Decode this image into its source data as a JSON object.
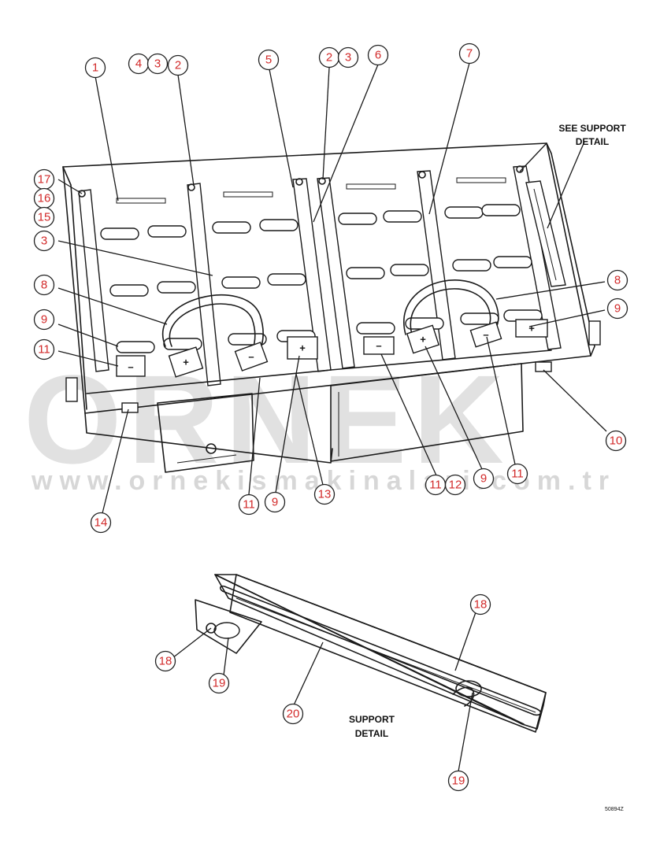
{
  "labels": {
    "see_support_line1": "SEE SUPPORT",
    "see_support_line2": "DETAIL",
    "support_detail_line1": "SUPPORT",
    "support_detail_line2": "DETAIL",
    "drawing_number": "50894Z",
    "plus": "+",
    "minus": "–"
  },
  "watermark": {
    "brand": "ORNEK",
    "url": "www.ornekismakinalari.com.tr"
  },
  "callouts": [
    "1",
    "4",
    "3",
    "2",
    "5",
    "2",
    "3",
    "6",
    "7",
    "17",
    "16",
    "15",
    "3",
    "8",
    "9",
    "11",
    "8",
    "9",
    "10",
    "14",
    "11",
    "9",
    "13",
    "11",
    "12",
    "9",
    "11",
    "18",
    "18",
    "19",
    "20",
    "19"
  ],
  "colors": {
    "callout_text": "#d22a2a"
  }
}
